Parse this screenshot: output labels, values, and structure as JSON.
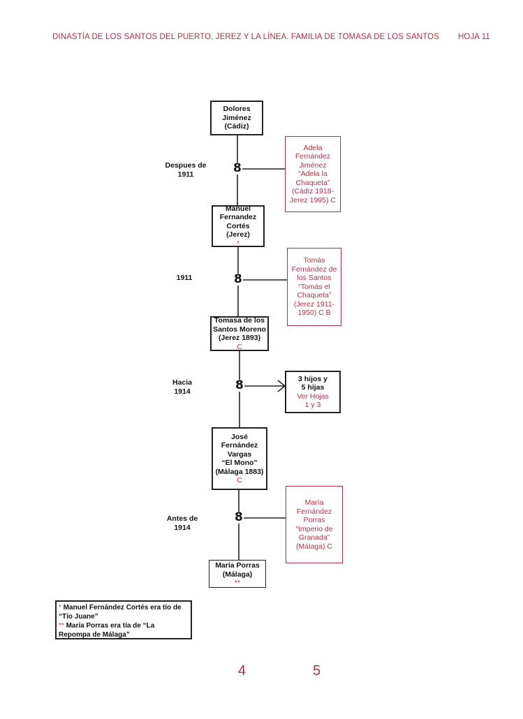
{
  "header": {
    "title": "DINASTÍA DE LOS SANTOS DEL PUERTO, JEREZ Y LA LÍNEA. FAMILIA DE TOMASA DE LOS SANTOS",
    "sheet": "HOJA 11"
  },
  "persons": {
    "dolores": [
      "Dolores",
      "Jiménez",
      "(Cádiz)"
    ],
    "manuel": [
      "Manuel",
      "Fernandez",
      "Cortés",
      "(Jerez)"
    ],
    "manuel_mark": "*",
    "tomasa": [
      "Tomasa de los",
      "Santos Moreno"
    ],
    "tomasa_tail": "(Jerez 1893)",
    "tomasa_mark": "C",
    "jose": [
      "José",
      "Fernández",
      "Vargas",
      "“El Mono”",
      "(Málaga 1883)"
    ],
    "jose_mark": "C",
    "maria_porras": [
      "María Porras",
      "(Málaga)"
    ],
    "maria_porras_mark": "**"
  },
  "children": {
    "adela": [
      "Adela",
      "Fernández",
      "Jiménez",
      "“Adela la",
      "Chaqueta”",
      "(Cádiz 1918-",
      "Jerez 1995)  C"
    ],
    "tomas": [
      "Tomás",
      "Fernández de",
      "los Santos",
      "“Tomás el",
      "Chaqueta”",
      "(Jerez 1911-",
      "1950)  C B"
    ],
    "hijos": [
      "3 hijos y",
      "5 hijas"
    ],
    "hijos_ref": [
      "Ver Hojas",
      "1 y 3"
    ],
    "maria_fp": [
      "María",
      "Fernández",
      "Porras",
      "“Imperio de",
      "Granada”",
      "(Málaga)  C"
    ]
  },
  "marriages": {
    "m1": [
      "Despues de",
      "1911"
    ],
    "m2": [
      "1911"
    ],
    "m3": [
      "Hacia",
      "1914"
    ],
    "m4": [
      "Antes de",
      "1914"
    ],
    "symbol": "8"
  },
  "notes": {
    "note1_mark": "*",
    "note1_a": " Manuel Fernández Cortés era tío de",
    "note1_b": "“Tío Juane”",
    "note2_mark": "**",
    "note2_a": " María Porras era tía de “La",
    "note2_b": "Repompa de Málaga”"
  },
  "pages": {
    "left": "4",
    "right": "5"
  }
}
